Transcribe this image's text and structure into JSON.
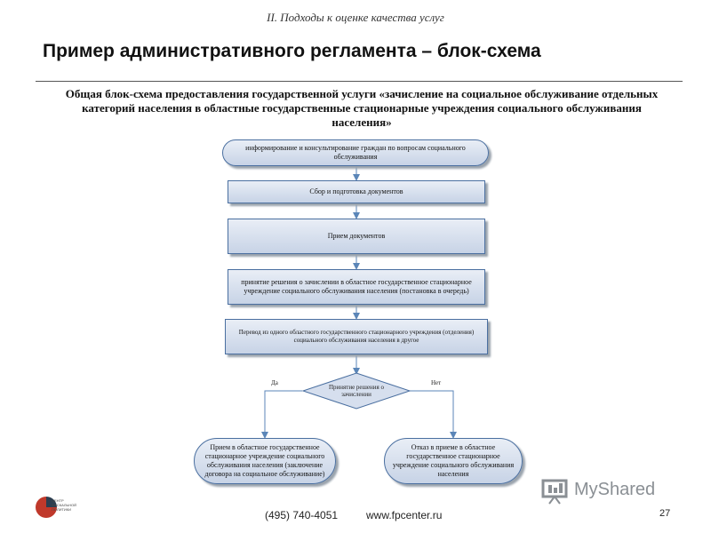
{
  "header": {
    "section": "II. Подходы к оценке качества услуг",
    "title": "Пример административного регламента – блок-схема",
    "subtitle": "Общая блок-схема предоставления государственной услуги «зачисление на социальное обслуживание отдельных категорий населения в областные государственные стационарные учреждения социального обслуживания населения»"
  },
  "flow": {
    "step1": "информирование и консультирование граждан по вопросам социального обслуживания",
    "step2": "Сбор и подготовка документов",
    "step3": "Прием документов",
    "step4": "принятие решения о зачислении в областное государственное стационарное учреждение социального обслуживания населения (постановка в очередь)",
    "step5": "Перевод из одного областного государственного стационарного учреждения (отделения) социального обслуживания населения в другое",
    "decision": "Принятие решения о зачислении",
    "yes_label": "Да",
    "no_label": "Нет",
    "yes_outcome": "Прием в областное государственное стационарное учреждение социального обслуживания населения (заключение договора на социальное обслуживание)",
    "no_outcome": "Отказ в приеме в областное государственное стационарное учреждение социального обслуживания населения"
  },
  "footer": {
    "phone": "(495) 740-4051",
    "website": "www.fpcenter.ru",
    "page_number": "27",
    "watermark": "MyShared",
    "org_logo_text": "ЦЕНТР ФИСКАЛЬНОЙ ПОЛИТИКИ"
  },
  "colors": {
    "box_border": "#4a6fa0",
    "box_fill": "#d6dfee",
    "connector": "#5b86b8"
  }
}
